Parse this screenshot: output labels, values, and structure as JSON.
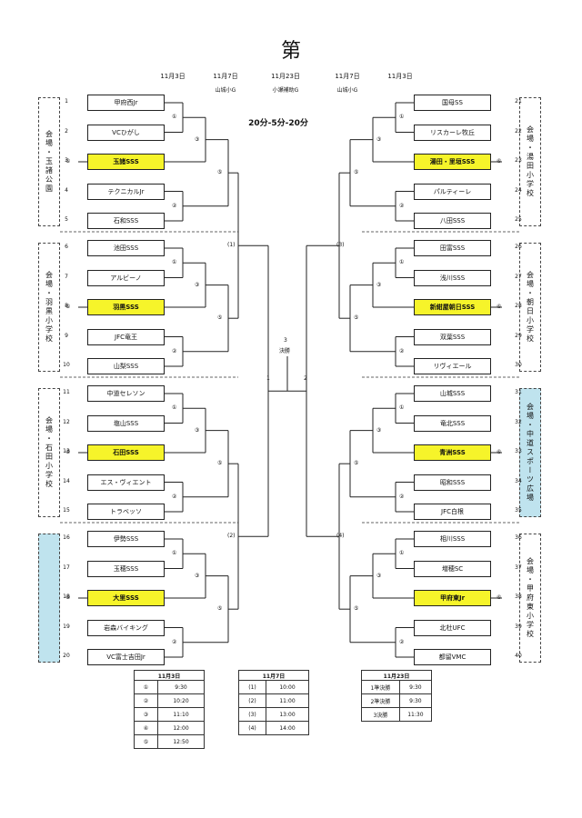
{
  "title": "第",
  "dates": [
    "11月3日",
    "11月7日",
    "11月23日",
    "11月7日",
    "11月3日"
  ],
  "date_venues": [
    "",
    "山城小G",
    "小瀬補助G",
    "山城小G",
    ""
  ],
  "format": "20分-5分-20分",
  "final": {
    "round": "3",
    "label": "決勝",
    "left": "1",
    "right": "2"
  },
  "rounds": {
    "a": "①",
    "b": "②",
    "c": "③",
    "d": "④",
    "e": "⑤",
    "p1": "(1)",
    "p2": "(2)",
    "p3": "(3)",
    "p4": "(4)"
  },
  "left_groups": [
    {
      "venue": "会場・玉諸公園",
      "seed_mark": "⑥",
      "highlight_venue": false,
      "teams": [
        {
          "n": "1",
          "name": "甲府西Jr",
          "hl": false
        },
        {
          "n": "2",
          "name": "VCひがし",
          "hl": false
        },
        {
          "n": "3",
          "name": "玉諸SSS",
          "hl": true
        },
        {
          "n": "4",
          "name": "テクニカルJr",
          "hl": false
        },
        {
          "n": "5",
          "name": "石和SSS",
          "hl": false
        }
      ]
    },
    {
      "venue": "会場・羽黒小学校",
      "seed_mark": "⑥",
      "highlight_venue": false,
      "teams": [
        {
          "n": "6",
          "name": "池田SSS",
          "hl": false
        },
        {
          "n": "7",
          "name": "アルビーノ",
          "hl": false
        },
        {
          "n": "8",
          "name": "羽黒SSS",
          "hl": true
        },
        {
          "n": "9",
          "name": "JFC竜王",
          "hl": false
        },
        {
          "n": "10",
          "name": "山梨SSS",
          "hl": false
        }
      ]
    },
    {
      "venue": "会場・石田小学校",
      "seed_mark": "⑥",
      "highlight_venue": false,
      "teams": [
        {
          "n": "11",
          "name": "中道セレソン",
          "hl": false
        },
        {
          "n": "12",
          "name": "塩山SSS",
          "hl": false
        },
        {
          "n": "13",
          "name": "石田SSS",
          "hl": true
        },
        {
          "n": "14",
          "name": "エス・ヴィエント",
          "hl": false
        },
        {
          "n": "15",
          "name": "トラベッソ",
          "hl": false
        }
      ]
    },
    {
      "venue": "",
      "seed_mark": "⑥",
      "highlight_venue": true,
      "teams": [
        {
          "n": "16",
          "name": "伊勢SSS",
          "hl": false
        },
        {
          "n": "17",
          "name": "玉穂SSS",
          "hl": false
        },
        {
          "n": "18",
          "name": "大里SSS",
          "hl": true
        },
        {
          "n": "19",
          "name": "岩森バイキング",
          "hl": false
        },
        {
          "n": "20",
          "name": "VC富士吉田Jr",
          "hl": false
        }
      ]
    }
  ],
  "right_groups": [
    {
      "venue": "会場・湯田小学校",
      "seed_mark": "⑥",
      "highlight_venue": false,
      "teams": [
        {
          "n": "21",
          "name": "国母SS",
          "hl": false
        },
        {
          "n": "22",
          "name": "リスカーレ牧丘",
          "hl": false
        },
        {
          "n": "23",
          "name": "湯田・里垣SSS",
          "hl": true
        },
        {
          "n": "24",
          "name": "パルティーレ",
          "hl": false
        },
        {
          "n": "25",
          "name": "八田SSS",
          "hl": false
        }
      ]
    },
    {
      "venue": "会場・朝日小学校",
      "seed_mark": "⑥",
      "highlight_venue": false,
      "teams": [
        {
          "n": "26",
          "name": "田富SSS",
          "hl": false
        },
        {
          "n": "27",
          "name": "浅川SSS",
          "hl": false
        },
        {
          "n": "28",
          "name": "新紺屋朝日SSS",
          "hl": true
        },
        {
          "n": "29",
          "name": "双葉SSS",
          "hl": false
        },
        {
          "n": "30",
          "name": "リヴィエール",
          "hl": false
        }
      ]
    },
    {
      "venue": "会場・中道スポーツ広場",
      "seed_mark": "⑥",
      "highlight_venue": true,
      "teams": [
        {
          "n": "31",
          "name": "山城SSS",
          "hl": false
        },
        {
          "n": "32",
          "name": "竜北SSS",
          "hl": false
        },
        {
          "n": "33",
          "name": "青洲SSS",
          "hl": true
        },
        {
          "n": "34",
          "name": "昭和SSS",
          "hl": false
        },
        {
          "n": "35",
          "name": "JFC白根",
          "hl": false
        }
      ]
    },
    {
      "venue": "会場・甲府東小学校",
      "seed_mark": "⑥",
      "highlight_venue": false,
      "teams": [
        {
          "n": "36",
          "name": "相川SSS",
          "hl": false
        },
        {
          "n": "37",
          "name": "増穂SC",
          "hl": false
        },
        {
          "n": "38",
          "name": "甲府東Jr",
          "hl": true
        },
        {
          "n": "39",
          "name": "北杜UFC",
          "hl": false
        },
        {
          "n": "40",
          "name": "都留VMC",
          "hl": false
        }
      ]
    }
  ],
  "schedule": [
    {
      "header": "11月3日",
      "rows": [
        [
          "①",
          "9:30"
        ],
        [
          "②",
          "10:20"
        ],
        [
          "③",
          "11:10"
        ],
        [
          "④",
          "12:00"
        ],
        [
          "⑤",
          "12:50"
        ]
      ]
    },
    {
      "header": "11月7日",
      "rows": [
        [
          "(1)",
          "10:00"
        ],
        [
          "(2)",
          "11:00"
        ],
        [
          "(3)",
          "13:00"
        ],
        [
          "(4)",
          "14:00"
        ]
      ]
    },
    {
      "header": "11月23日",
      "rows": [
        [
          "1準決勝",
          "9:30"
        ],
        [
          "2準決勝",
          "9:30"
        ],
        [
          "3決勝",
          "11:30"
        ]
      ]
    }
  ]
}
